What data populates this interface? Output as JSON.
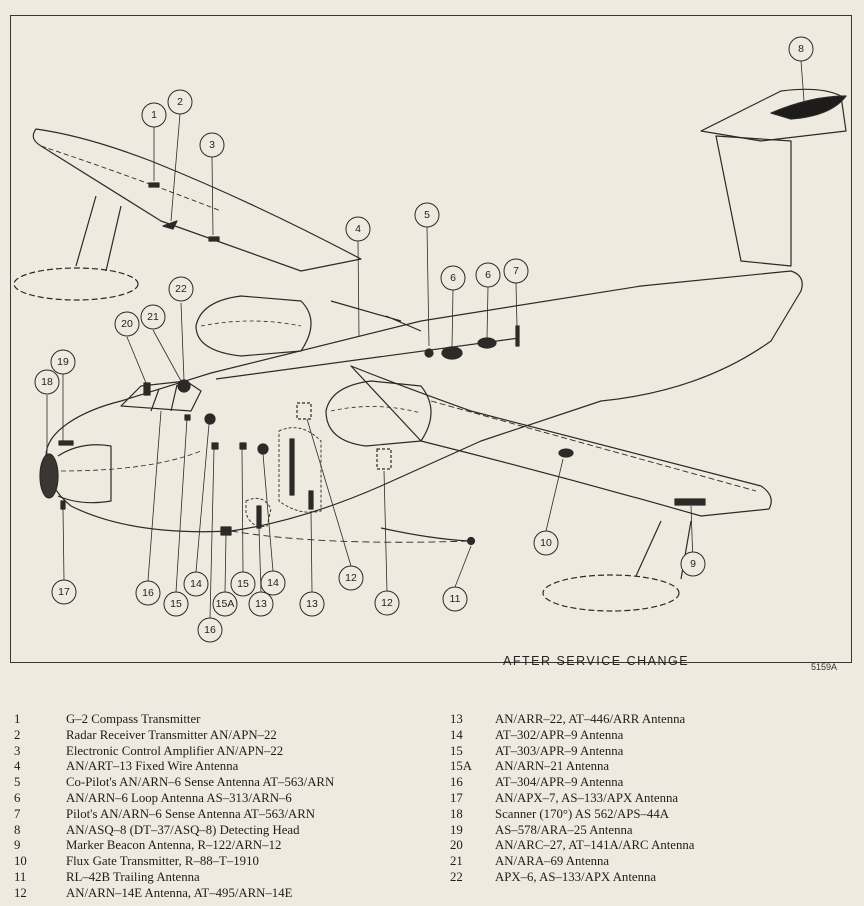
{
  "figure": {
    "caption": "AFTER SERVICE CHANGE",
    "drawing_number": "5159A",
    "callouts": [
      "1",
      "2",
      "3",
      "4",
      "5",
      "6",
      "6",
      "7",
      "8",
      "9",
      "10",
      "11",
      "12",
      "12",
      "13",
      "13",
      "14",
      "14",
      "15",
      "15",
      "15A",
      "16",
      "16",
      "17",
      "18",
      "19",
      "20",
      "21",
      "22"
    ]
  },
  "legend": {
    "left": [
      {
        "num": "1",
        "text": "G–2 Compass Transmitter"
      },
      {
        "num": "2",
        "text": "Radar Receiver Transmitter AN/APN–22"
      },
      {
        "num": "3",
        "text": "Electronic Control Amplifier AN/APN–22"
      },
      {
        "num": "4",
        "text": "AN/ART–13 Fixed Wire Antenna"
      },
      {
        "num": "5",
        "text": "Co-Pilot's AN/ARN–6 Sense Antenna AT–563/ARN"
      },
      {
        "num": "6",
        "text": "AN/ARN–6 Loop Antenna AS–313/ARN–6"
      },
      {
        "num": "7",
        "text": "Pilot's AN/ARN–6 Sense Antenna AT–563/ARN"
      },
      {
        "num": "8",
        "text": "AN/ASQ–8 (DT–37/ASQ–8) Detecting Head"
      },
      {
        "num": "9",
        "text": "Marker Beacon Antenna, R–122/ARN–12"
      },
      {
        "num": "10",
        "text": "Flux Gate Transmitter, R–88–T–1910"
      },
      {
        "num": "11",
        "text": "RL–42B Trailing Antenna"
      },
      {
        "num": "12",
        "text": "AN/ARN–14E Antenna, AT–495/ARN–14E"
      }
    ],
    "right": [
      {
        "num": "13",
        "text": "AN/ARR–22, AT–446/ARR Antenna"
      },
      {
        "num": "14",
        "text": "AT–302/APR–9 Antenna"
      },
      {
        "num": "15",
        "text": "AT–303/APR–9 Antenna"
      },
      {
        "num": "15A",
        "text": "AN/ARN–21 Antenna"
      },
      {
        "num": "16",
        "text": "AT–304/APR–9 Antenna"
      },
      {
        "num": "17",
        "text": "AN/APX–7, AS–133/APX Antenna"
      },
      {
        "num": "18",
        "text": "Scanner (170°) AS 562/APS–44A"
      },
      {
        "num": "19",
        "text": "AS–578/ARA–25 Antenna"
      },
      {
        "num": "20",
        "text": "AN/ARC–27, AT–141A/ARC Antenna"
      },
      {
        "num": "21",
        "text": "AN/ARA–69 Antenna"
      },
      {
        "num": "22",
        "text": "APX–6, AS–133/APX Antenna"
      }
    ]
  }
}
